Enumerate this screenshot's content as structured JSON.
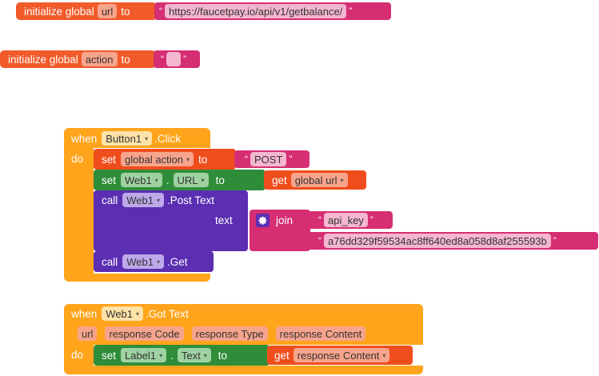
{
  "blocks": {
    "init_url": {
      "keyword": "initialize global",
      "var": "url",
      "to": "to",
      "open_quote": "“",
      "close_quote": "”",
      "value": "https://faucetpay.io/api/v1/getbalance/"
    },
    "init_action": {
      "keyword": "initialize global",
      "var": "action",
      "to": "to",
      "open_quote": "“",
      "close_quote": "”",
      "value": ""
    },
    "button_click": {
      "when": "when",
      "component": "Button1",
      "event": ".Click",
      "do": "do",
      "set_action": {
        "set": "set",
        "var": "global action",
        "to": "to",
        "value": "POST"
      },
      "set_url": {
        "set": "set",
        "component": "Web1",
        "dot": ".",
        "property": "URL",
        "to": "to",
        "get": "get",
        "var": "global url"
      },
      "post": {
        "call": "call",
        "component": "Web1",
        "method": ".Post Text",
        "text_label": "text",
        "join": "join",
        "arg1": "api_key",
        "arg2": "a76dd329f59534ac8ff640ed8a058d8af255593b"
      },
      "get_call": {
        "call": "call",
        "component": "Web1",
        "method": ".Get"
      }
    },
    "got_text": {
      "when": "when",
      "component": "Web1",
      "event": ".Got Text",
      "do": "do",
      "params": [
        "url",
        "response Code",
        "response Type",
        "response Content"
      ],
      "set_label": {
        "set": "set",
        "component": "Label1",
        "dot": ".",
        "property": "Text",
        "to": "to",
        "get": "get",
        "var": "response Content"
      }
    }
  },
  "icons": {
    "dropdown": "▾",
    "gear": "gear-icon"
  },
  "colors": {
    "variables": "#f15a29",
    "control": "#ffa41b",
    "text": "#d62e73",
    "components_set": "#2f8d3a",
    "components_call": "#5b2eb2"
  }
}
